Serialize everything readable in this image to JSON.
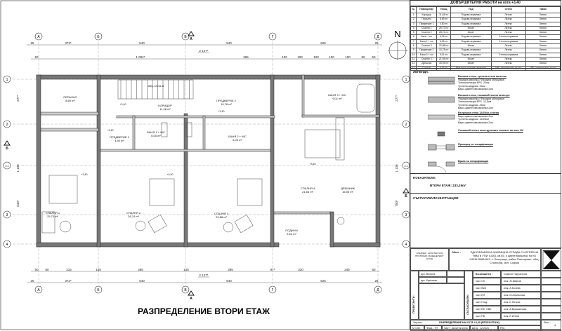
{
  "plan": {
    "title": "РАЗПРЕДЕЛЕНИЕ ВТОРИ ЕТАЖ",
    "north_label": "N",
    "axes_columns": [
      "А",
      "Б",
      "В",
      "Г",
      "Д"
    ],
    "axes_rows": [
      "1",
      "2",
      "2.1",
      "3",
      "4"
    ],
    "section_marks": [
      "А",
      "Б"
    ],
    "dims_top_1": [
      "25",
      "372⁵",
      "540",
      "540",
      "625",
      "25"
    ],
    "dims_top_2": [
      "2 127⁵"
    ],
    "dims_top_3": [
      "50",
      "1 082⁵",
      "365",
      "100",
      "100",
      "100",
      "100",
      "100",
      "80",
      "50"
    ],
    "dims_bottom_1": [
      "50",
      "60",
      "215",
      "145",
      "395",
      "145",
      "395",
      "97⁵",
      "330",
      "245",
      "50"
    ],
    "dims_bottom_2": [
      "2 127⁵"
    ],
    "dims_bottom_3": [
      "25",
      "372⁵",
      "540",
      "540",
      "625",
      "25"
    ],
    "dims_left": [
      "277⁵",
      "1 138",
      "643⁵"
    ],
    "dims_right": [
      "277⁵",
      "1 138",
      "750⁵"
    ],
    "level_mark": "+3,40",
    "stair_note": "18бр.х 20/16.11",
    "rooms": [
      {
        "name": "ПЕРАЛНО",
        "area": "8,69 m²"
      },
      {
        "name": "КОРИДОР",
        "area": "11,48 m²"
      },
      {
        "name": "ПРЕДВЕРИЕ 1",
        "area": "4,50 m²"
      },
      {
        "name": "БАНЯ 1 + WC",
        "area": "6,05 m²"
      },
      {
        "name": "ПРЕДВЕРИЕ 2",
        "area": "10,78 m²"
      },
      {
        "name": "БАНЯ 2 + WC",
        "area": "6,05 m²"
      },
      {
        "name": "БАНЯ 3 + WC",
        "area": "9,01 m²"
      },
      {
        "name": "СПАЛНЯ 1",
        "area": "25,73 m²"
      },
      {
        "name": "СПАЛНЯ 2",
        "area": "28,74 m²"
      },
      {
        "name": "СПАЛНЯ 3",
        "area": "22,88 m²"
      },
      {
        "name": "СПАЛНЯ 4",
        "area": "21,84 m²"
      },
      {
        "name": "ДРЕШНИК",
        "area": "16,95 m²"
      },
      {
        "name": "ПОДИУМ",
        "area": "5,53 m²"
      }
    ]
  },
  "finishes": {
    "title": "ДОВЪРШИТЕЛНИ РАБОТИ на кота +3,40",
    "headers": [
      "№",
      "Помещение",
      "Площ",
      "Под",
      "Стени",
      "Таван"
    ],
    "rows": [
      [
        "1",
        "Коридор",
        "11,48 m²",
        "Подова керамика",
        "Латекс",
        "Латекс"
      ],
      [
        "2",
        "Перално",
        "8,69 m²",
        "Подова керамика",
        "Латекс",
        "Латекс"
      ],
      [
        "3",
        "Предверие 1",
        "4,50 m²",
        "Подова керамика",
        "Латекс",
        "Латекс"
      ],
      [
        "4",
        "Спалня 1",
        "25,73 m²",
        "Мокет",
        "Латекс",
        "Латекс"
      ],
      [
        "5",
        "Спалня 2",
        "28,74 m²",
        "Мокет",
        "Латекс",
        "Латекс"
      ],
      [
        "6",
        "Баня + wc",
        "6,05 m²",
        "Подова керамика",
        "Стенна керамика",
        "Латекс"
      ],
      [
        "7",
        "Баня 2 + wc",
        "6,05 m²",
        "Подова керамика",
        "Стенна керамика",
        "Латекс"
      ],
      [
        "8",
        "Спалня 3",
        "22,88 m²",
        "Мокет",
        "Латекс",
        "Латекс"
      ],
      [
        "9",
        "Предверие 2",
        "10,78 m²",
        "Подова керамика",
        "Латекс",
        "Латекс"
      ],
      [
        "10",
        "Баня 3 + wc",
        "9,01 m²",
        "Подова керамика",
        "Стенна керамика",
        "Латекс"
      ],
      [
        "11",
        "Спалня 4",
        "21,84 m²",
        "Мокет",
        "Латекс",
        "Латекс"
      ],
      [
        "12",
        "Дрешник",
        "16,95 m²",
        "Мокет",
        "Латекс",
        "Латекс"
      ],
      [
        "13",
        "Подиум",
        "5,53 m²",
        "Мразоуст. подова керамика",
        "HPL ламинирани дъски",
        "HPL ламинирани дъски"
      ]
    ]
  },
  "legend": {
    "title": "ЛЕГЕНДА:",
    "items": [
      {
        "head": "Външна стена, тухлена стена на външ",
        "lines": [
          "Фасадна мазилка / Фасадна облицовка",
          "Топлоизолация EPS- 20см",
          "Тухлена зидария- 25см",
          "Варо-циментова мазилка 2см"
        ]
      },
      {
        "head": "Външна стена, стоманобетонна на вътре",
        "lines": [
          "Фасадна мазилка / Фасадна облицовка",
          "Топлоизолация EPS- 12,5см",
          "Тухлена зидария- 25см",
          "Варо-циментова мазилка 2см"
        ]
      },
      {
        "head": "Вътрешна стена 12/25см, стоена",
        "lines": [
          "Варо-циментова мазилка 2см",
          "Тухлена зидария- 12/25см",
          "Варо-циментова мазилка 2см"
        ]
      },
      {
        "head": "Стоманобетонен конструктивен елемент по част СК",
        "lines": []
      },
      {
        "head": "Прозорец по спецификация",
        "lines": []
      },
      {
        "head": "Врата по спецификация",
        "lines": []
      }
    ]
  },
  "indicators": {
    "title": "ПОКАЗАТЕЛИ:",
    "value": "ВТОРИ ЕТАЖ: 233,19m²"
  },
  "agreed": {
    "title": "СЪГЛАСУВАЛИ ИНСТАНЦИИ:"
  },
  "title_block": {
    "company": "\"АТЕЛИЕР - АРХИТЕКТУРА, ПРОГРАМИ, ИНЖЕНЕРИНГ\" ЕООД",
    "object_label": "Обект :",
    "object_text": "ЕДНОФАМИЛНА ЖИЛИЩНА СГРАДА С ИЗГРЕБНА ЯМА в УПИ II-843, кв.45, с идентификатор по КК 04234.8988.843, с. Бистрица, район Панчарево, общ. Столична, обл. София",
    "designers_label": "ПРОЕКТАНТИ :",
    "designers": [
      "арх. Велина Бучварова",
      "арх. Кристиян Димитров"
    ],
    "agreed_label": "СЪГЛАСУВАЛИ :",
    "agreed_rows": [
      [
        "Възложител :",
        "Симеон Партагонов"
      ],
      [
        "част СК",
        "инж. Ж.Иванов"
      ],
      [
        "част ВиК",
        "инж. А.Кочева"
      ],
      [
        "част ЕЛ",
        "инж. М.Атанасова"
      ],
      [
        "част Геод.",
        "инж. Е.Петков"
      ],
      [
        "част ЕЕ, ОВК",
        "инж. А.Вукашинова"
      ],
      [
        "част ПБ",
        "инж. Е.Илчев"
      ]
    ],
    "drawing_label": "Чертеж :",
    "drawing_title": "РАЗПРЕДЕЛЕНИЕ НА КОТА +3,40 (ВТОРИ ЕТАЖ)",
    "sheet_label": "Лист :",
    "sheet": "4",
    "scale": "М 1:50",
    "phase": "Фаза : ТП",
    "part": "Част : Архитектурна",
    "date": "Дата : 12.2021",
    "rev": "Рев."
  }
}
